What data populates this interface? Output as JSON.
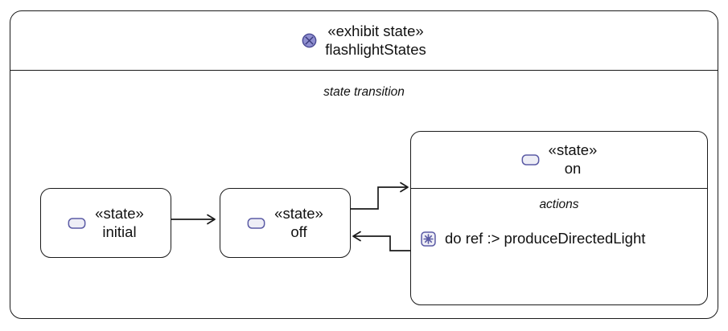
{
  "diagram": {
    "frame": {
      "icon": "exhibit-state-icon",
      "keyword": "«exhibit state»",
      "name": "flashlightStates",
      "compartment_label": "state transition"
    },
    "states": [
      {
        "id": "initial",
        "icon": "state-icon",
        "keyword": "«state»",
        "name": "initial"
      },
      {
        "id": "off",
        "icon": "state-icon",
        "keyword": "«state»",
        "name": "off"
      },
      {
        "id": "on",
        "icon": "state-icon",
        "keyword": "«state»",
        "name": "on",
        "actions_label": "actions",
        "actions": [
          {
            "icon": "action-icon",
            "text": "do ref :> produceDirectedLight"
          }
        ]
      }
    ],
    "transitions": [
      {
        "id": "initial-to-off",
        "from": "initial",
        "to": "off"
      },
      {
        "id": "off-to-on",
        "from": "off",
        "to": "on"
      },
      {
        "id": "on-to-off",
        "from": "on",
        "to": "off"
      }
    ]
  },
  "colors": {
    "stroke": "#1a1a1a",
    "background": "#ffffff",
    "icon_border": "#5b5ba5",
    "icon_fill": "#eeeef6",
    "exhibit_icon_fill": "#8f8fd0",
    "exhibit_icon_border": "#4a4a94",
    "action_icon_glyph": "#5b5ba5"
  }
}
